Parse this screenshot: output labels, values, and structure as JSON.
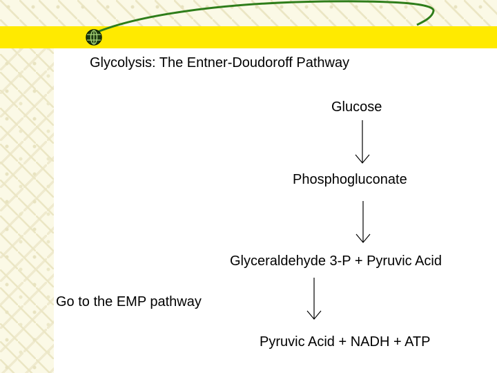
{
  "slide": {
    "title": "Glycolysis: The Entner-Doudoroff Pathway",
    "colors": {
      "band": "#ffea00",
      "curve": "#2e7d1a",
      "background": "#ffffff"
    }
  },
  "diagram": {
    "nodes": [
      {
        "id": "glucose",
        "label": "Glucose"
      },
      {
        "id": "phosphogluconate",
        "label": "Phosphogluconate"
      },
      {
        "id": "g3p",
        "label": "Glyceraldehyde 3-P + Pyruvic Acid"
      },
      {
        "id": "products",
        "label": "Pyruvic Acid  + NADH  + ATP"
      }
    ],
    "note": "Go to the EMP pathway",
    "edges": [
      {
        "from": "glucose",
        "to": "phosphogluconate"
      },
      {
        "from": "phosphogluconate",
        "to": "g3p"
      },
      {
        "from": "g3p",
        "to": "products"
      }
    ]
  }
}
